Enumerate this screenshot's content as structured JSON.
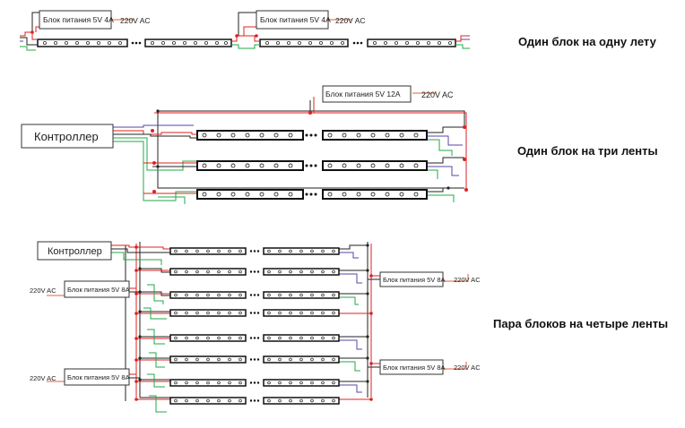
{
  "diagrams": [
    {
      "caption": "Один блок на одну лету",
      "psu_label": "Блок питания 5V 4A",
      "ac_label": "220V AC"
    },
    {
      "caption": "Один блок на три ленты",
      "controller_label": "Контроллер",
      "psu_label": "Блок питания 5V 12A",
      "ac_label": "220V AC"
    },
    {
      "caption": "Пара блоков на четыре ленты",
      "controller_label": "Контроллер",
      "psu_label": "Блок питания 5V 8A",
      "ac_label": "220V AC"
    }
  ],
  "colors": {
    "power_positive": "#e02020",
    "ground": "#222222",
    "data": "#22aa44",
    "data_return": "#5544aa",
    "ac_line": "#e2603a"
  }
}
